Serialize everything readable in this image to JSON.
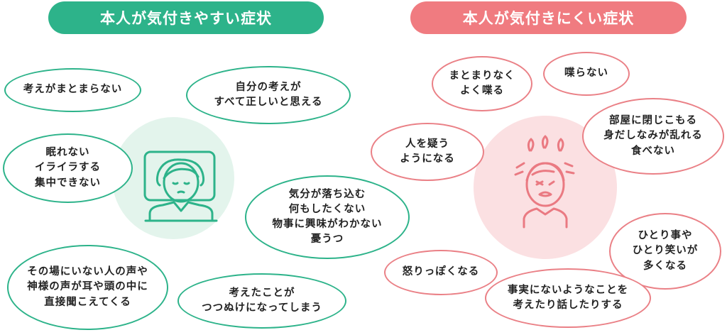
{
  "left": {
    "title": "本人が気付きやすい症状",
    "items": [
      "考えがまとまらない",
      "自分の考えが\nすべて正しいと思える",
      "眠れない\nイライラする\n集中できない",
      "気分が落ち込む\n何もしたくない\n物事に興味がわかない\n憂うつ",
      "その場にいない人の声や\n神様の声が耳や頭の中に\n直接聞こえてくる",
      "考えたことが\nつつぬけになってしまう"
    ]
  },
  "right": {
    "title": "本人が気付きにくい症状",
    "items": [
      "まとまりなく\nよく喋る",
      "喋らない",
      "部屋に閉じこもる\n身だしなみが乱れる\n食べない",
      "人を疑う\nようになる",
      "ひとり事や\nひとり笑いが\n多くなる",
      "怒りっぽくなる",
      "事実にないようなことを\n考えたり話したりする"
    ]
  },
  "colors": {
    "green": "#2db38a",
    "pink": "#f07b80",
    "green_bg": "#e3f4ec",
    "pink_bg": "#fbe0e2"
  },
  "icons": {
    "left_illustration": "person-lying-in-bed-icon",
    "right_illustration": "distressed-person-icon"
  }
}
